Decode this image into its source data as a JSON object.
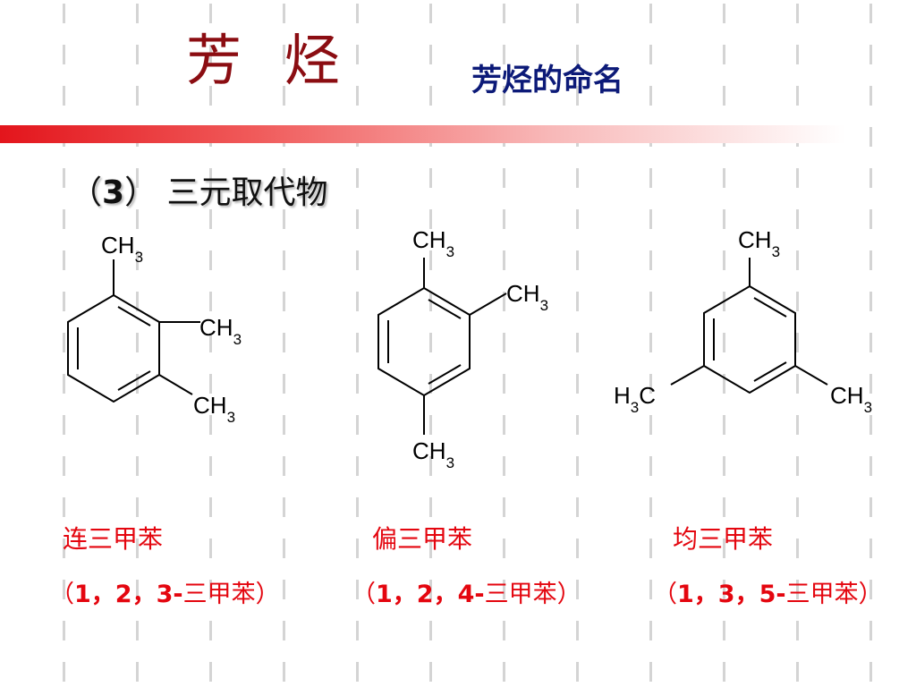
{
  "title": {
    "main": "芳 烃",
    "sub": "芳烃的命名"
  },
  "section": {
    "number": "3",
    "title": "三元取代物"
  },
  "methyl_group": {
    "left": "CH",
    "right": "3",
    "left_flipped": "H",
    "left_flipped_sub": "3",
    "left_flipped_end": "C"
  },
  "compounds": [
    {
      "name": "连三甲苯",
      "locants": "1，2，3-",
      "parent": "三甲苯"
    },
    {
      "name": "偏三甲苯",
      "locants": "1，2，4-",
      "parent": "三甲苯"
    },
    {
      "name": "均三甲苯",
      "locants": "1，3，5-",
      "parent": "三甲苯"
    }
  ],
  "colors": {
    "title": "#8b0d12",
    "subtitle": "#0c1a78",
    "name": "#e4060f",
    "bar": "#e3151c",
    "dash": "#d4d4d4"
  }
}
